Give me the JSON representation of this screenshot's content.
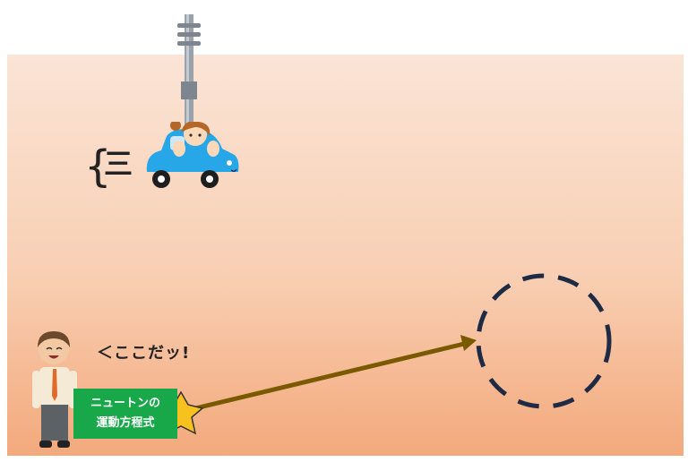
{
  "speech": {
    "text": "＜ここだッ!"
  },
  "equation_box": {
    "line1": "ニュートンの",
    "line2": "運動方程式"
  },
  "motion_mark": {
    "brace": "{",
    "lines": "三"
  },
  "colors": {
    "background_top": "#fbe4d6",
    "background_bottom": "#f3a97c",
    "arrow": "#7a5a00",
    "target_circle": "#1f2a44",
    "equation_box": "#18a84a",
    "car": "#27a6e8",
    "star": "#f7c21d"
  },
  "icons": {
    "pole": "utility-pole-icon",
    "car": "car-with-girl-icon",
    "man": "smiling-man-icon",
    "star": "impact-star-icon",
    "target": "dashed-target-circle"
  }
}
